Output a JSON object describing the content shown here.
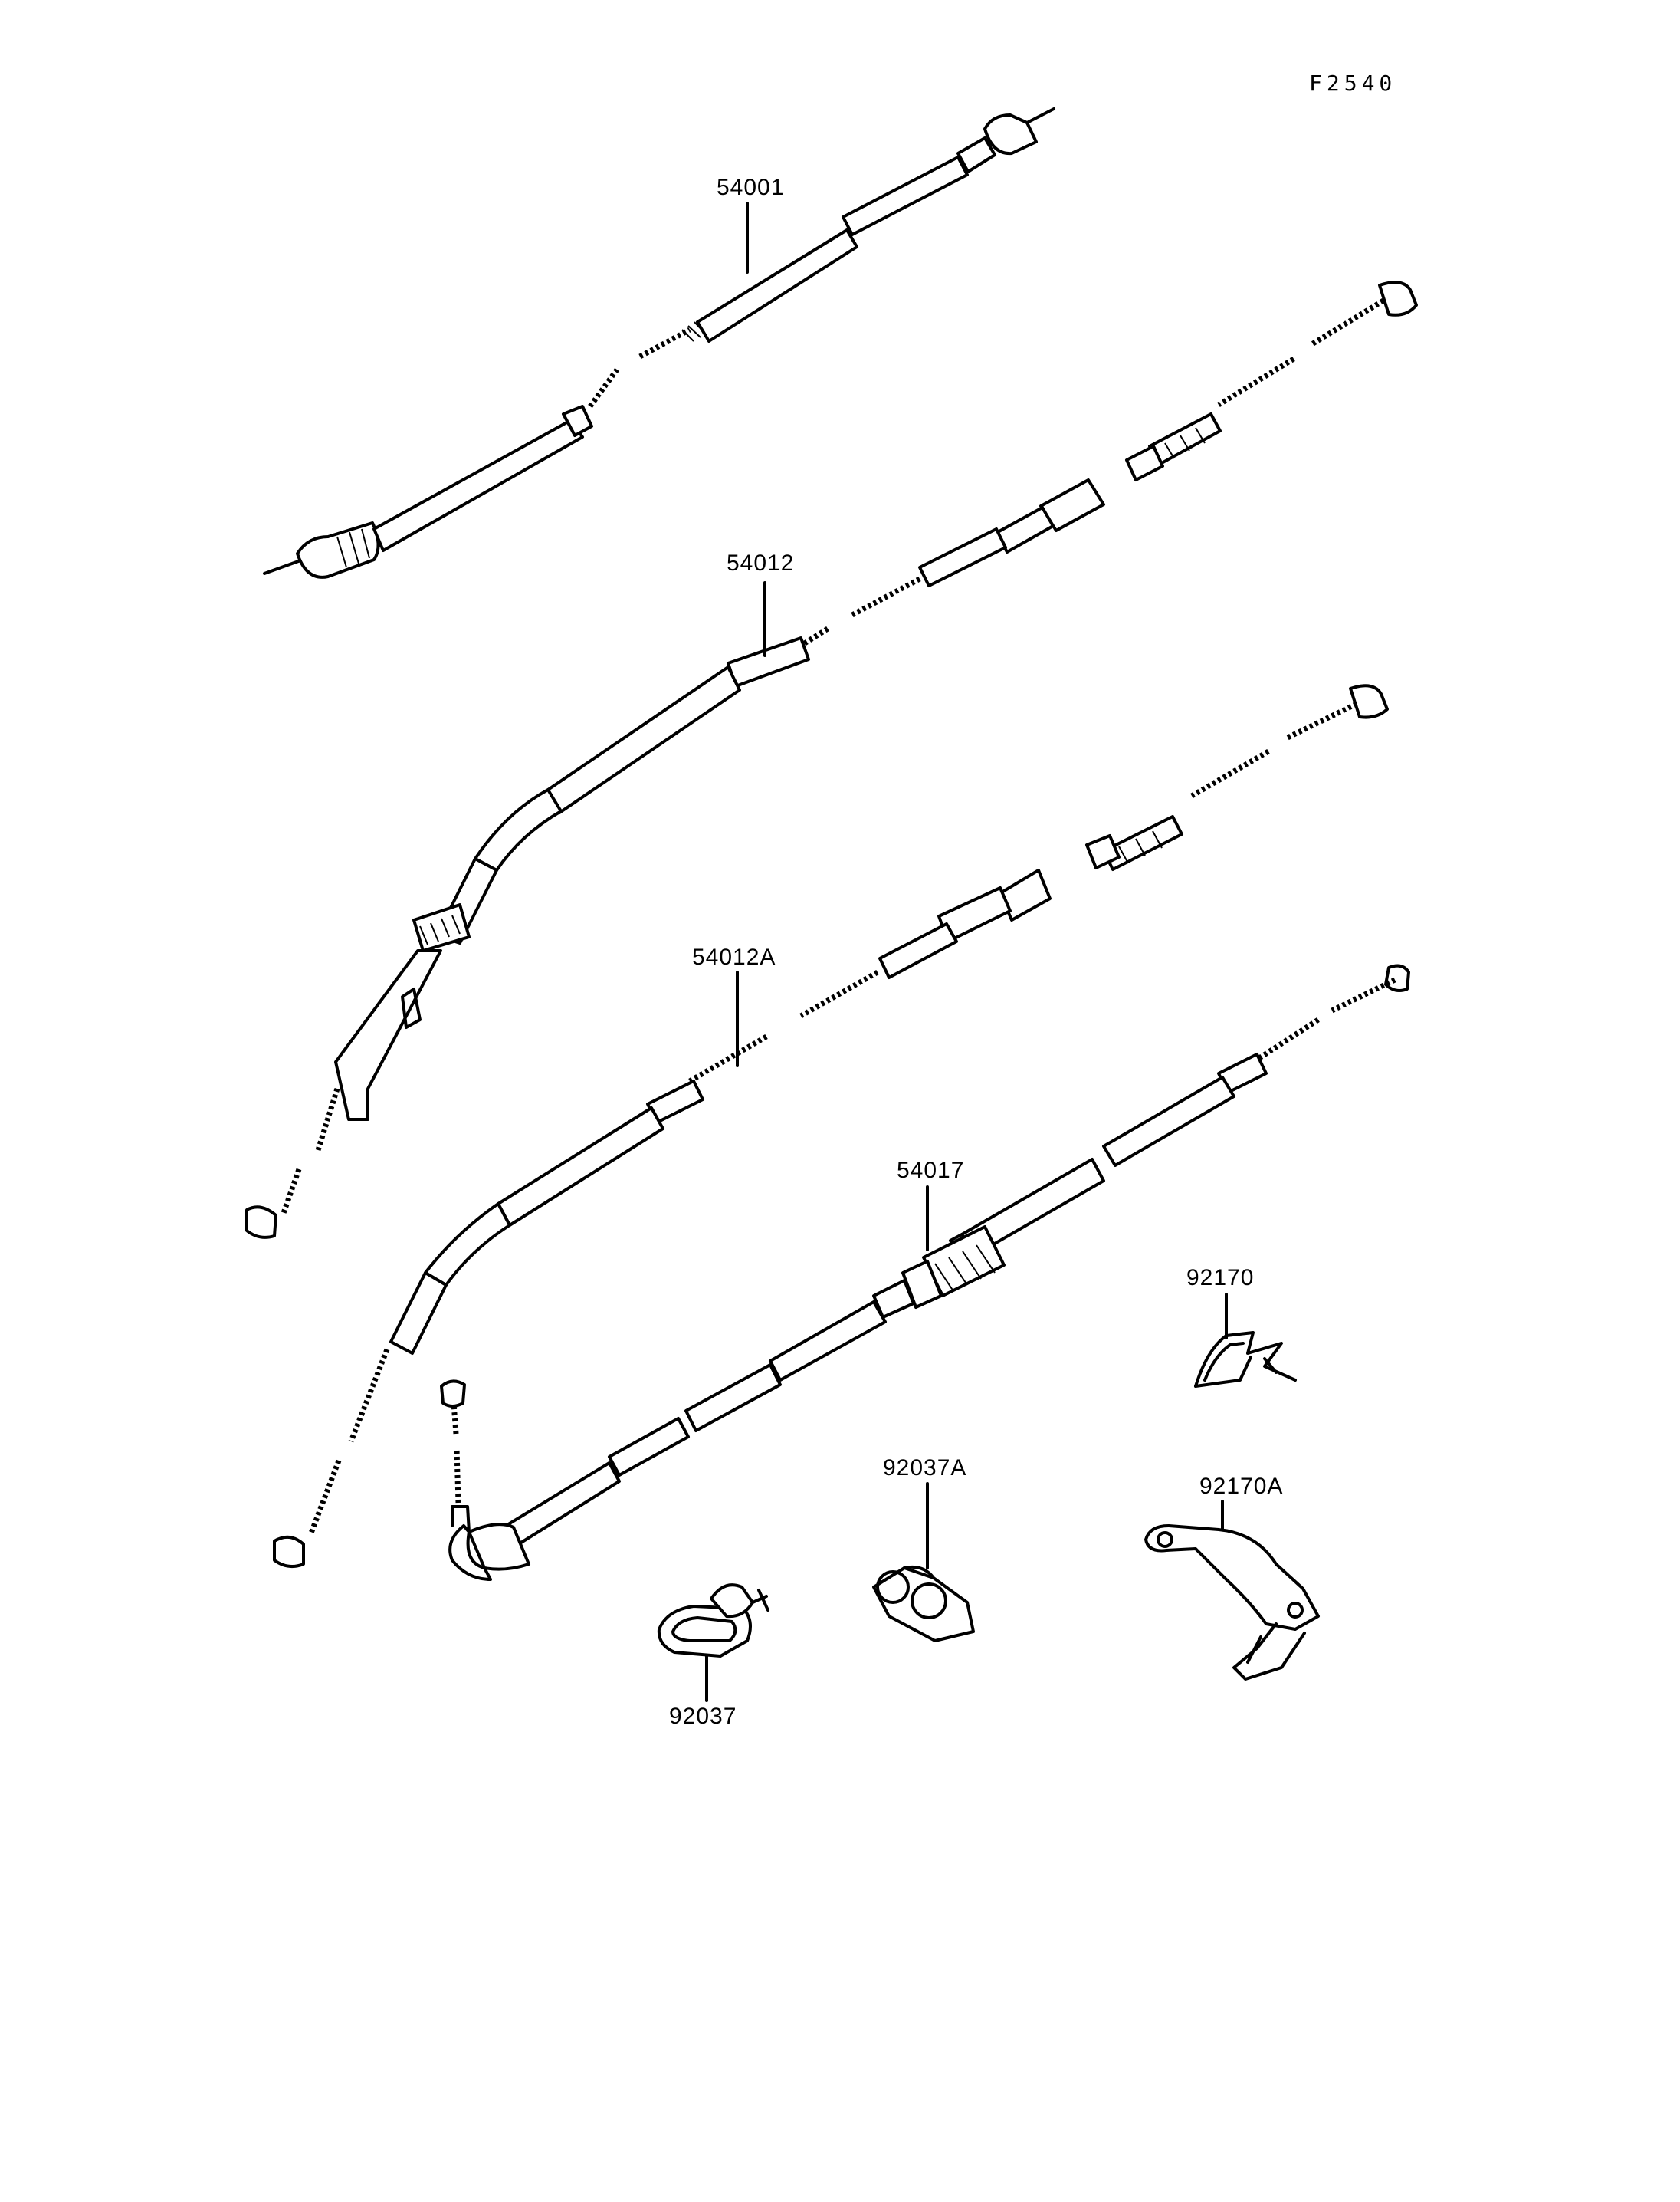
{
  "diagram": {
    "figure_code": "F2540",
    "parts": [
      {
        "id": "p54001",
        "number": "54001"
      },
      {
        "id": "p54012",
        "number": "54012"
      },
      {
        "id": "p54012A",
        "number": "54012A"
      },
      {
        "id": "p54017",
        "number": "54017"
      },
      {
        "id": "p92170",
        "number": "92170"
      },
      {
        "id": "p92037A",
        "number": "92037A"
      },
      {
        "id": "p92170A",
        "number": "92170A"
      },
      {
        "id": "p92037",
        "number": "92037"
      }
    ]
  }
}
